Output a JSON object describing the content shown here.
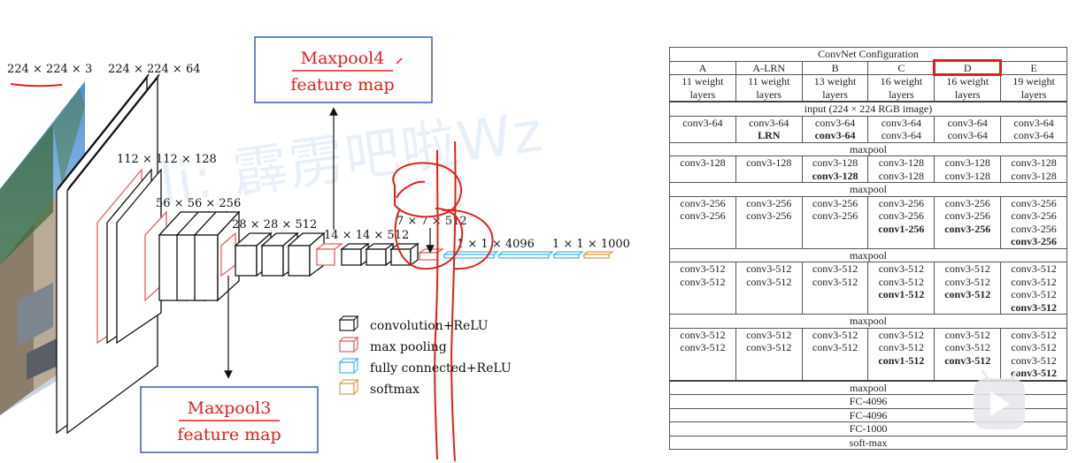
{
  "diagram": {
    "input_dim": "224 × 224 × 3",
    "layers": [
      {
        "dim": "224 × 224 × 64"
      },
      {
        "dim": "112 × 112 × 128"
      },
      {
        "dim": "56 × 56 × 256"
      },
      {
        "dim": "28 × 28 × 512"
      },
      {
        "dim": "14 × 14 × 512"
      },
      {
        "dim": "7 × 7 × 512"
      },
      {
        "dim": "1 × 1 × 4096"
      },
      {
        "dim": "1 × 1 × 1000"
      }
    ],
    "legend": [
      {
        "label": "convolution+ReLU",
        "color": "#222222"
      },
      {
        "label": "max pooling",
        "color": "#e06060"
      },
      {
        "label": "fully connected+ReLU",
        "color": "#45b6e8"
      },
      {
        "label": "softmax",
        "color": "#d9a04a"
      }
    ],
    "callouts": {
      "maxpool4": {
        "title": "Maxpool4",
        "subtitle": "feature map"
      },
      "maxpool3": {
        "title": "Maxpool3",
        "subtitle": "feature map"
      }
    },
    "colors": {
      "annotation_red": "#e0201a",
      "box_blue": "#3a5fb0"
    }
  },
  "watermark": "bili: 霹雳吧啦Wz",
  "table": {
    "title": "ConvNet Configuration",
    "columns": [
      "A",
      "A-LRN",
      "B",
      "C",
      "D",
      "E"
    ],
    "highlight_column": "D",
    "depths": [
      [
        "11 weight",
        "layers"
      ],
      [
        "11 weight",
        "layers"
      ],
      [
        "13 weight",
        "layers"
      ],
      [
        "16 weight",
        "layers"
      ],
      [
        "16 weight",
        "layers"
      ],
      [
        "19 weight",
        "layers"
      ]
    ],
    "input_row": "input (224 × 224 RGB image)",
    "blocks": [
      {
        "cells": [
          [
            {
              "t": "conv3-64",
              "b": false
            }
          ],
          [
            {
              "t": "conv3-64",
              "b": false
            },
            {
              "t": "LRN",
              "b": true
            }
          ],
          [
            {
              "t": "conv3-64",
              "b": false
            },
            {
              "t": "conv3-64",
              "b": true
            }
          ],
          [
            {
              "t": "conv3-64",
              "b": false
            },
            {
              "t": "conv3-64",
              "b": false
            }
          ],
          [
            {
              "t": "conv3-64",
              "b": false
            },
            {
              "t": "conv3-64",
              "b": false
            }
          ],
          [
            {
              "t": "conv3-64",
              "b": false
            },
            {
              "t": "conv3-64",
              "b": false
            }
          ]
        ]
      },
      {
        "cells": [
          [
            {
              "t": "conv3-128",
              "b": false
            }
          ],
          [
            {
              "t": "conv3-128",
              "b": false
            }
          ],
          [
            {
              "t": "conv3-128",
              "b": false
            },
            {
              "t": "conv3-128",
              "b": true
            }
          ],
          [
            {
              "t": "conv3-128",
              "b": false
            },
            {
              "t": "conv3-128",
              "b": false
            }
          ],
          [
            {
              "t": "conv3-128",
              "b": false
            },
            {
              "t": "conv3-128",
              "b": false
            }
          ],
          [
            {
              "t": "conv3-128",
              "b": false
            },
            {
              "t": "conv3-128",
              "b": false
            }
          ]
        ]
      },
      {
        "cells": [
          [
            {
              "t": "conv3-256",
              "b": false
            },
            {
              "t": "conv3-256",
              "b": false
            }
          ],
          [
            {
              "t": "conv3-256",
              "b": false
            },
            {
              "t": "conv3-256",
              "b": false
            }
          ],
          [
            {
              "t": "conv3-256",
              "b": false
            },
            {
              "t": "conv3-256",
              "b": false
            }
          ],
          [
            {
              "t": "conv3-256",
              "b": false
            },
            {
              "t": "conv3-256",
              "b": false
            },
            {
              "t": "conv1-256",
              "b": true
            }
          ],
          [
            {
              "t": "conv3-256",
              "b": false
            },
            {
              "t": "conv3-256",
              "b": false
            },
            {
              "t": "conv3-256",
              "b": true
            }
          ],
          [
            {
              "t": "conv3-256",
              "b": false
            },
            {
              "t": "conv3-256",
              "b": false
            },
            {
              "t": "conv3-256",
              "b": false
            },
            {
              "t": "conv3-256",
              "b": true
            }
          ]
        ]
      },
      {
        "cells": [
          [
            {
              "t": "conv3-512",
              "b": false
            },
            {
              "t": "conv3-512",
              "b": false
            }
          ],
          [
            {
              "t": "conv3-512",
              "b": false
            },
            {
              "t": "conv3-512",
              "b": false
            }
          ],
          [
            {
              "t": "conv3-512",
              "b": false
            },
            {
              "t": "conv3-512",
              "b": false
            }
          ],
          [
            {
              "t": "conv3-512",
              "b": false
            },
            {
              "t": "conv3-512",
              "b": false
            },
            {
              "t": "conv1-512",
              "b": true
            }
          ],
          [
            {
              "t": "conv3-512",
              "b": false
            },
            {
              "t": "conv3-512",
              "b": false
            },
            {
              "t": "conv3-512",
              "b": true
            }
          ],
          [
            {
              "t": "conv3-512",
              "b": false
            },
            {
              "t": "conv3-512",
              "b": false
            },
            {
              "t": "conv3-512",
              "b": false
            },
            {
              "t": "conv3-512",
              "b": true
            }
          ]
        ]
      },
      {
        "cells": [
          [
            {
              "t": "conv3-512",
              "b": false
            },
            {
              "t": "conv3-512",
              "b": false
            }
          ],
          [
            {
              "t": "conv3-512",
              "b": false
            },
            {
              "t": "conv3-512",
              "b": false
            }
          ],
          [
            {
              "t": "conv3-512",
              "b": false
            },
            {
              "t": "conv3-512",
              "b": false
            }
          ],
          [
            {
              "t": "conv3-512",
              "b": false
            },
            {
              "t": "conv3-512",
              "b": false
            },
            {
              "t": "conv1-512",
              "b": true
            }
          ],
          [
            {
              "t": "conv3-512",
              "b": false
            },
            {
              "t": "conv3-512",
              "b": false
            },
            {
              "t": "conv3-512",
              "b": true
            }
          ],
          [
            {
              "t": "conv3-512",
              "b": false
            },
            {
              "t": "conv3-512",
              "b": false
            },
            {
              "t": "conv3-512",
              "b": false
            },
            {
              "t": "conv3-512",
              "b": true
            }
          ]
        ]
      }
    ],
    "pool_label": "maxpool",
    "tail_rows": [
      "maxpool",
      "FC-4096",
      "FC-4096",
      "FC-1000",
      "soft-max"
    ]
  }
}
